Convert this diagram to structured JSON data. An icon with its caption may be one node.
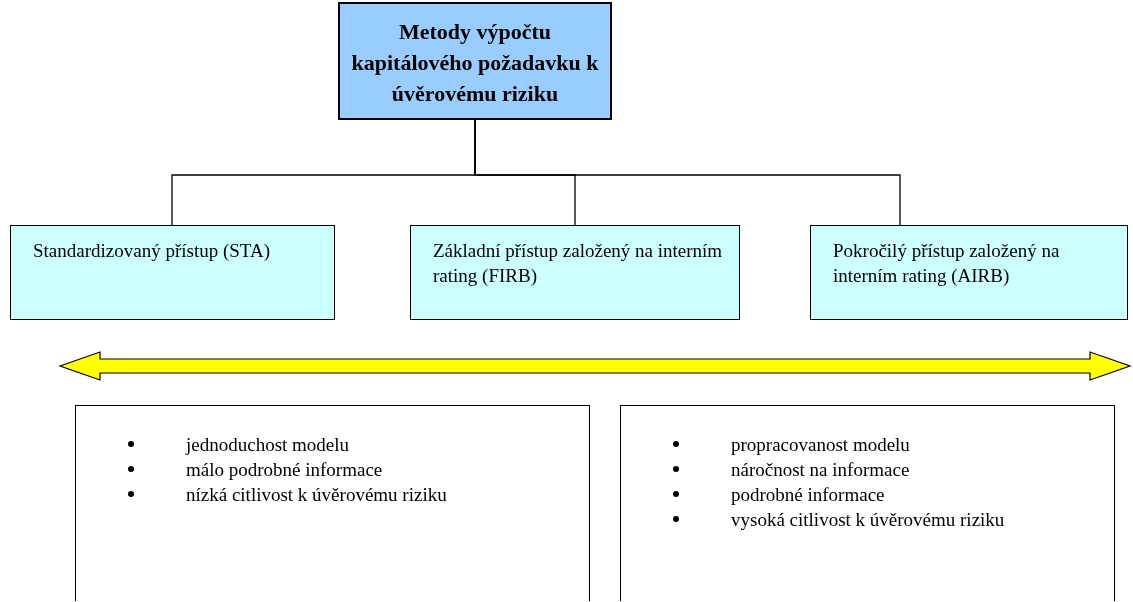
{
  "diagram": {
    "nodes": [
      {
        "text": [
          "Metody výpočtu kapitálového požadavku k úvěrovému riziku"
        ]
      },
      {
        "text": [
          "Standardizovaný přístup (STA)"
        ]
      },
      {
        "text": [
          "Základní přístup založený na interním rating (FIRB)"
        ]
      },
      {
        "text": [
          "Pokročilý přístup založený na interním rating (AIRB)"
        ]
      },
      {
        "text": [
          "jednoduchost modelu",
          "málo podrobné informace",
          "nízká citlivost k úvěrovému riziku"
        ]
      },
      {
        "text": [
          "propracovanost modelu",
          "náročnost na informace",
          "podrobné informace",
          "vysoká citlivost k úvěrovému riziku"
        ]
      }
    ],
    "edges": [
      {
        "from": 0,
        "to": 1,
        "arrow": "none"
      },
      {
        "from": 0,
        "to": 2,
        "arrow": "none"
      },
      {
        "from": 0,
        "to": 3,
        "arrow": "none"
      }
    ]
  }
}
